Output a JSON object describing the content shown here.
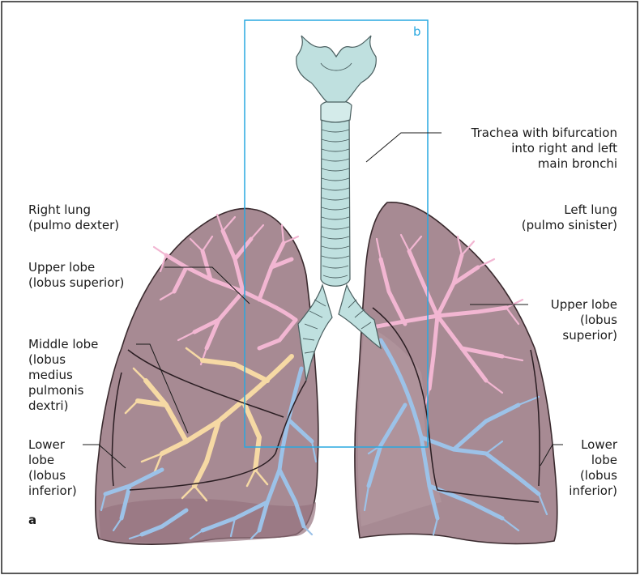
{
  "panel_a_label": "a",
  "panel_b_label": "b",
  "labels": {
    "trachea": [
      "Trachea with bifurcation",
      "into right and left",
      "main bronchi"
    ],
    "right_lung": [
      "Right lung",
      "(pulmo dexter)"
    ],
    "left_lung": [
      "Left lung",
      "(pulmo sinister)"
    ],
    "right_upper_lobe": [
      "Upper lobe",
      "(lobus superior)"
    ],
    "right_middle_lobe": [
      "Middle lobe",
      "(lobus",
      "medius",
      "pulmonis",
      "dextri)"
    ],
    "right_lower_lobe": [
      "Lower",
      "lobe",
      "(lobus",
      "inferior)"
    ],
    "left_upper_lobe": [
      "Upper lobe",
      "(lobus",
      "superior)"
    ],
    "left_lower_lobe": [
      "Lower",
      "lobe",
      "(lobus",
      "inferior)"
    ]
  },
  "colors": {
    "frame_border": "#222222",
    "inset_border": "#29a8e0",
    "lung_fill": "#a78a93",
    "lung_outline": "#3a2a2e",
    "trachea_fill": "#bfe0df",
    "trachea_outline": "#4a5f60",
    "upper_bronchi": "#f2b6d2",
    "middle_bronchi": "#f6d9a4",
    "lower_bronchi": "#9cc2e8",
    "leader_line": "#1a1a1a"
  }
}
